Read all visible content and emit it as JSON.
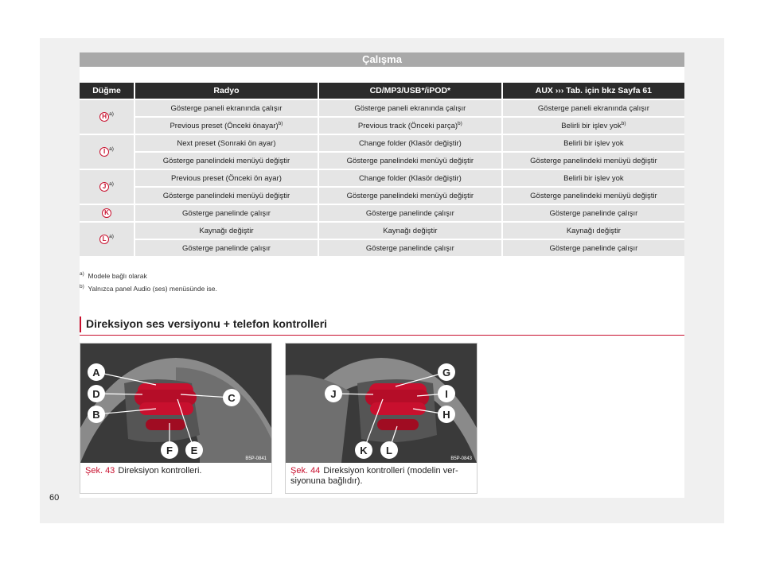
{
  "section_title": "Çalışma",
  "table": {
    "headers": [
      "Düğme",
      "Radyo",
      "CD/MP3/USB*/iPOD*",
      "AUX ››› Tab. için bkz Sayfa 61"
    ],
    "groups": [
      {
        "key": "H",
        "key_note": "a)",
        "rows": [
          [
            "Gösterge paneli ekranında çalışır",
            "Gösterge paneli ekranında çalışır",
            "Gösterge paneli ekranında çalışır"
          ],
          [
            "Previous preset (Önceki önayar)",
            "Previous track (Önceki parça)",
            "Belirli bir işlev yok"
          ]
        ]
      },
      {
        "key": "I",
        "key_note": "a)",
        "rows": [
          [
            "Next preset (Sonraki ön ayar)",
            "Change folder (Klasör değiştir)",
            "Belirli bir işlev yok"
          ],
          [
            "Gösterge panelindeki menüyü değiştir",
            "Gösterge panelindeki menüyü değiştir",
            "Gösterge panelindeki menüyü değiştir"
          ]
        ]
      },
      {
        "key": "J",
        "key_note": "a)",
        "rows": [
          [
            "Previous preset (Önceki ön ayar)",
            "Change folder (Klasör değiştir)",
            "Belirli bir işlev yok"
          ],
          [
            "Gösterge panelindeki menüyü değiştir",
            "Gösterge panelindeki menüyü değiştir",
            "Gösterge panelindeki menüyü değiştir"
          ]
        ]
      },
      {
        "key": "K",
        "key_note": "",
        "rows": [
          [
            "Gösterge panelinde çalışır",
            "Gösterge panelinde çalışır",
            "Gösterge panelinde çalışır"
          ]
        ]
      },
      {
        "key": "L",
        "key_note": "a)",
        "rows": [
          [
            "Kaynağı değiştir",
            "Kaynağı değiştir",
            "Kaynağı değiştir"
          ],
          [
            "Gösterge panelinde çalışır",
            "Gösterge panelinde çalışır",
            "Gösterge panelinde çalışır"
          ]
        ]
      }
    ],
    "sup_b": "b)"
  },
  "footnotes": [
    {
      "mark": "a)",
      "text": "Modele bağlı olarak"
    },
    {
      "mark": "b)",
      "text": "Yalnızca panel Audio (ses) menüsünde ise."
    }
  ],
  "heading": "Direksiyon ses versiyonu + telefon kontrolleri",
  "figures": [
    {
      "code": "B5P-0841",
      "fig_label": "Şek. 43",
      "caption": "Direksiyon kontrolleri.",
      "labels": [
        "A",
        "D",
        "B",
        "C",
        "F",
        "E"
      ]
    },
    {
      "code": "B5P-0843",
      "fig_label": "Şek. 44",
      "caption": "Direksiyon kontrolleri (modelin ver-siyonuna bağlıdır).",
      "labels": [
        "G",
        "J",
        "I",
        "H",
        "K",
        "L"
      ]
    }
  ],
  "page_number": "60",
  "colors": {
    "accent": "#c8102e",
    "header_bg": "#2b2b2b",
    "band": "#a9a9a9",
    "cell": "#e5e5e5"
  }
}
